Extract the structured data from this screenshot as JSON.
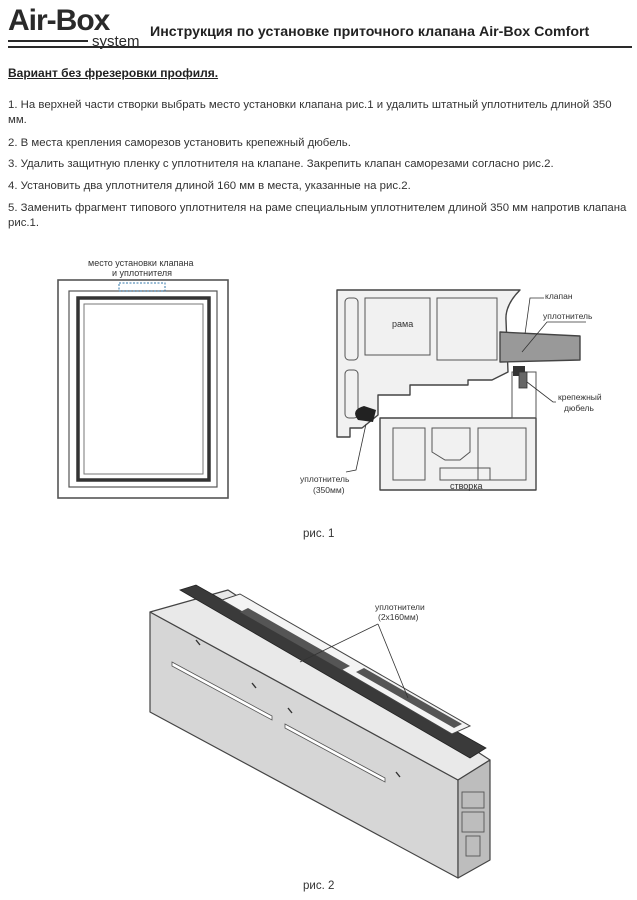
{
  "header": {
    "logo_brand": "Air-Box",
    "logo_sub": "system",
    "title": "Инструкция по установке приточного клапана Air-Box Comfort"
  },
  "variant_title": "Вариант без фрезеровки профиля.",
  "steps": [
    "1. На верхней части створки выбрать место установки клапана рис.1 и удалить штатный уплотнитель длиной 350 мм.",
    "2. В места крепления саморезов установить крепежный дюбель.",
    "3. Удалить защитную пленку с уплотнителя на клапане. Закрепить клапан саморезами согласно рис.2.",
    "4. Установить два уплотнителя длиной 160 мм в места, указанные на рис.2.",
    "5. Заменить фрагмент типового уплотнителя на раме специальным уплотнителем длиной 350 мм напротив клапана рис.1."
  ],
  "figure1": {
    "frame_label_line1": "место установки клапана",
    "frame_label_line2": "и уплотнителя",
    "label_rama": "рама",
    "label_klapan": "клапан",
    "label_uplotnitel": "уплотнитель",
    "label_dubel_line1": "крепежный",
    "label_dubel_line2": "дюбель",
    "label_seal_line1": "уплотнитель",
    "label_seal_line2": "(350мм)",
    "label_stvorka": "створка",
    "caption": "рис. 1"
  },
  "figure2": {
    "label_line1": "уплотнители",
    "label_line2": "(2х160мм)",
    "caption": "рис. 2"
  }
}
